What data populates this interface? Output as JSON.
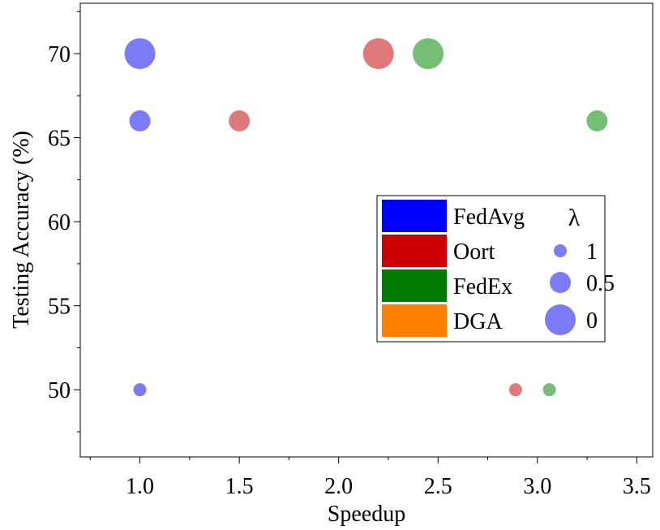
{
  "chart_data": {
    "type": "scatter",
    "xlabel": "Speedup",
    "ylabel": "Testing Accuracy (%)",
    "xlim": [
      0.7,
      3.58
    ],
    "ylim": [
      46,
      73
    ],
    "xticks": [
      1.0,
      1.5,
      2.0,
      2.5,
      3.0,
      3.5
    ],
    "xtick_labels": [
      "1.0",
      "1.5",
      "2.0",
      "2.5",
      "3.0",
      "3.5"
    ],
    "yticks": [
      50,
      55,
      60,
      65,
      70
    ],
    "ytick_labels": [
      "50",
      "55",
      "60",
      "65",
      "70"
    ],
    "grid": false,
    "legend_position": "center-right",
    "series": [
      {
        "name": "FedAvg",
        "color": "#0000ff",
        "point_color": "#7b7bf7",
        "points": [
          {
            "x": 1.0,
            "y": 70,
            "lambda": "0"
          },
          {
            "x": 1.0,
            "y": 66,
            "lambda": "0.5"
          },
          {
            "x": 1.0,
            "y": 50,
            "lambda": "1"
          }
        ]
      },
      {
        "name": "Oort",
        "color": "#cc0000",
        "point_color": "#e07a7a",
        "points": [
          {
            "x": 2.2,
            "y": 70,
            "lambda": "0"
          },
          {
            "x": 1.5,
            "y": 66,
            "lambda": "0.5"
          },
          {
            "x": 2.89,
            "y": 50,
            "lambda": "1"
          }
        ]
      },
      {
        "name": "FedEx",
        "color": "#007a00",
        "point_color": "#76bd76",
        "points": [
          {
            "x": 2.45,
            "y": 70,
            "lambda": "0"
          },
          {
            "x": 3.3,
            "y": 66,
            "lambda": "0.5"
          },
          {
            "x": 3.06,
            "y": 50,
            "lambda": "1"
          }
        ]
      },
      {
        "name": "DGA",
        "color": "#ff8000",
        "point_color": "#ffb066",
        "points": []
      }
    ],
    "size_legend": {
      "title": "λ",
      "color": "#7b7bf7",
      "entries": [
        {
          "label": "1"
        },
        {
          "label": "0.5"
        },
        {
          "label": "0"
        }
      ]
    }
  }
}
